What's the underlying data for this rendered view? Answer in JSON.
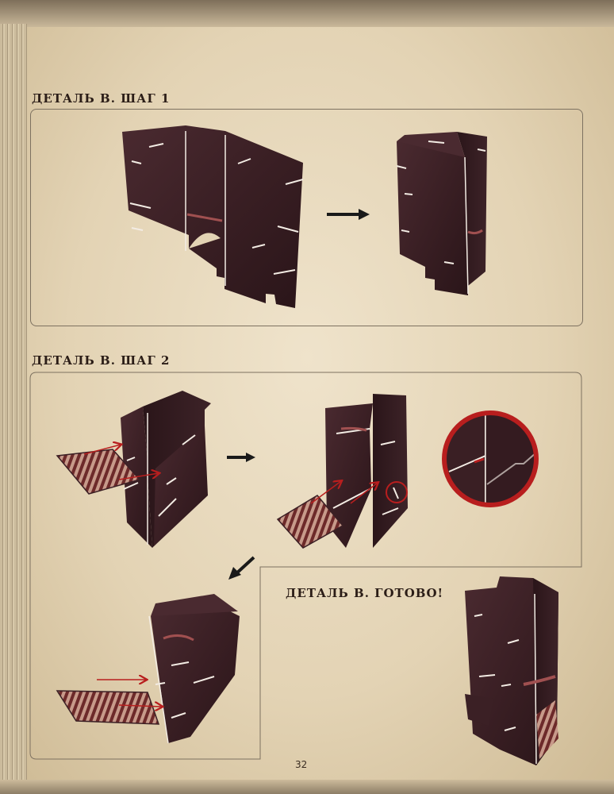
{
  "headings": {
    "step1": "ДЕТАЛЬ В. ШАГ 1",
    "step2": "ДЕТАЛЬ В. ШАГ 2",
    "done": "ДЕТАЛЬ В. ГОТОВО!"
  },
  "page_number": "32",
  "colors": {
    "board": "#3b2025",
    "board_dark": "#2a1519",
    "slot": "#f3ece4",
    "accent_red": "#b81e1e",
    "arrow": "#1a1a1a",
    "text": "#2b1d17"
  },
  "icons": [
    "arrow-right-icon",
    "arrow-down-left-icon",
    "magnifier-circle-icon"
  ]
}
